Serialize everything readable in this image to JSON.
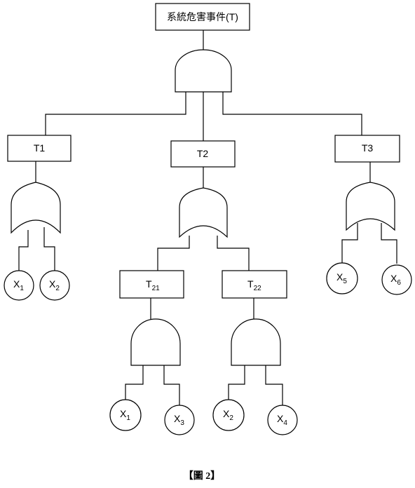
{
  "top_event": {
    "label": "系統危害事件(T)"
  },
  "events": {
    "t1": {
      "label": "T1"
    },
    "t2": {
      "label": "T2"
    },
    "t3": {
      "label": "T3"
    },
    "t21": {
      "label": "T",
      "sub": "21"
    },
    "t22": {
      "label": "T",
      "sub": "22"
    }
  },
  "basic_events": {
    "b1": {
      "label": "X",
      "sub": "1"
    },
    "b2": {
      "label": "X",
      "sub": "2"
    },
    "b3": {
      "label": "X",
      "sub": "1"
    },
    "b4": {
      "label": "X",
      "sub": "3"
    },
    "b5": {
      "label": "X",
      "sub": "2"
    },
    "b6": {
      "label": "X",
      "sub": "4"
    },
    "b7": {
      "label": "X",
      "sub": "5"
    },
    "b8": {
      "label": "X",
      "sub": "6"
    }
  },
  "caption": "【圖 2】"
}
